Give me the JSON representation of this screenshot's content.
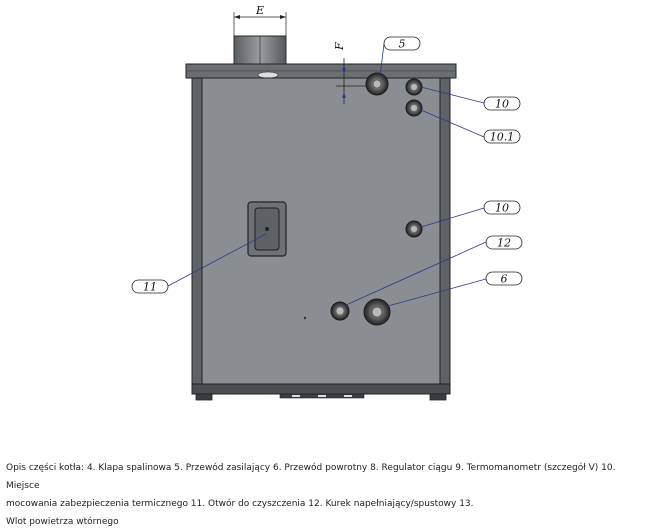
{
  "dimensions": {
    "e": "E",
    "f": "F"
  },
  "labels": {
    "l5": "5",
    "l10a": "10",
    "l10_1": "10.1",
    "l10b": "10",
    "l12": "12",
    "l6": "6",
    "l11": "11"
  },
  "caption": {
    "line1": "Opis części kotła: 4. Klapa spalinowa 5. Przewód zasilający 6. Przewód powrotny 8. Regulator ciągu 9. Termomanometr (szczegół V) 10. Miejsce",
    "line2": "mocowania zabezpieczenia termicznego 11. Otwór do czyszczenia 12. Kurek napełniający/spustowy 13.",
    "line3": "Wlot powietrza wtórnego"
  },
  "colors": {
    "panel": "#8a8d92",
    "frame": "#3c3f44",
    "leader": "#2b3a8c"
  }
}
